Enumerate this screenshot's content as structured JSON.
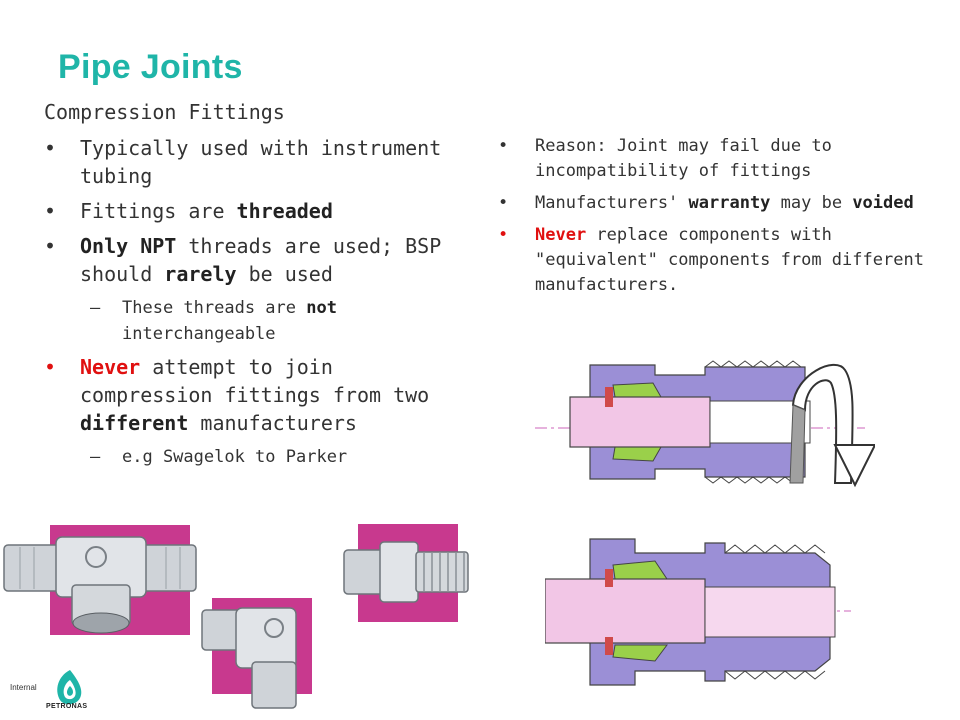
{
  "slide": {
    "title": "Pipe Joints",
    "subheading": "Compression Fittings"
  },
  "left_bullets": {
    "b1": "Typically used with instrument tubing",
    "b2_pre": "Fittings are ",
    "b2_bold": "threaded",
    "b3_bold1": "Only NPT",
    "b3_mid": " threads are used; BSP should ",
    "b3_bold2": "rarely",
    "b3_post": " be used",
    "s1_pre": "These threads are ",
    "s1_bold": "not",
    "s1_post": " interchangeable",
    "b4_red": "Never",
    "b4_mid": " attempt to join compression fittings from two ",
    "b4_bold": "different",
    "b4_post": " manufacturers",
    "s2": "e.g Swagelok to Parker"
  },
  "right_bullets": {
    "r1": "Reason: Joint may fail due to incompatibility of fittings",
    "r2_pre": "Manufacturers' ",
    "r2_bold1": "warranty",
    "r2_mid": " may be ",
    "r2_bold2": "voided",
    "r3_red": "Never",
    "r3_post": " replace components with \"equivalent\" components from different manufacturers."
  },
  "markers": {
    "bullet": "•",
    "dash": "–"
  },
  "footer": {
    "classification": "Internal",
    "logo_text": "PETRONAS"
  },
  "colors": {
    "title": "#1fb5a8",
    "emphasis_red": "#e01010",
    "photo_backdrop": "#c8398e",
    "body_purple": "#9b8fd6",
    "tube_pink": "#f2c6e6",
    "ferrule_green": "#9ad04a"
  }
}
